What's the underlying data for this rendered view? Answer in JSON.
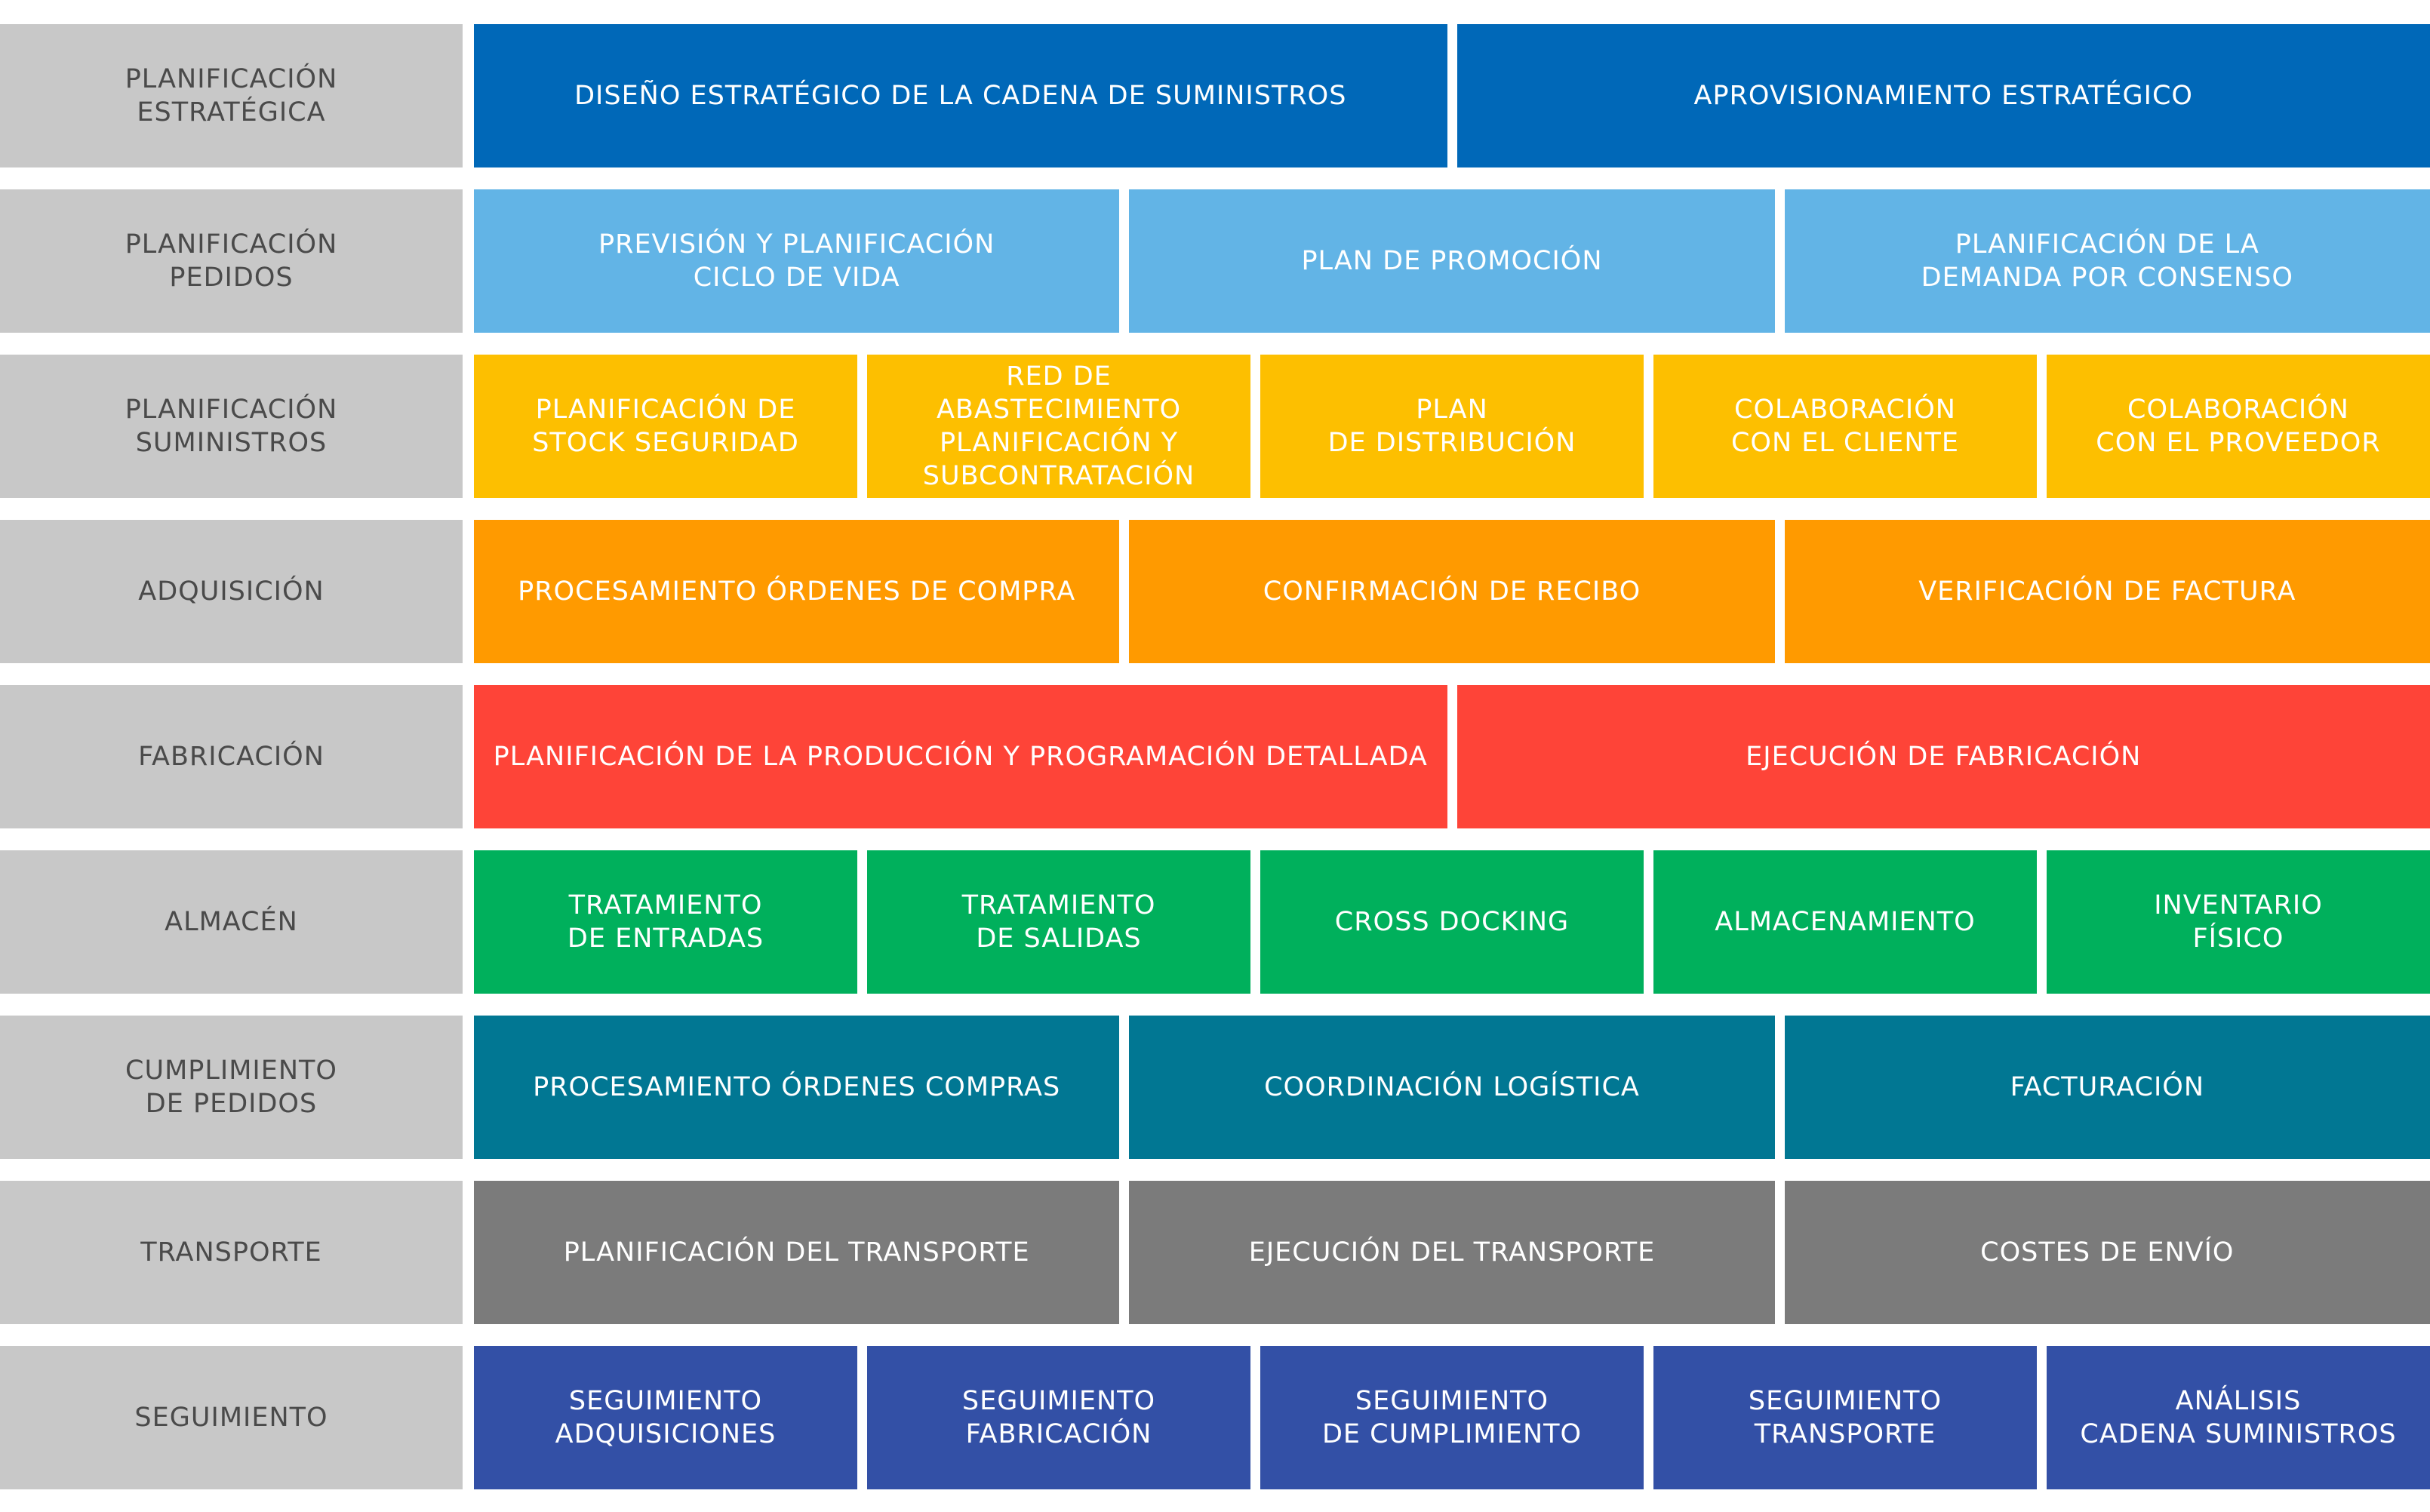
{
  "rows": [
    {
      "label": "PLANIFICACIÓN\nESTRATÉGICA",
      "color": "#0068b8",
      "cells": [
        "DISEÑO ESTRATÉGICO DE LA CADENA DE SUMINISTROS",
        "APROVISIONAMIENTO ESTRATÉGICO"
      ]
    },
    {
      "label": "PLANIFICACIÓN\nPEDIDOS",
      "color": "#62b4e6",
      "cells": [
        "PREVISIÓN Y PLANIFICACIÓN\nCICLO DE VIDA",
        "PLAN DE PROMOCIÓN",
        "PLANIFICACIÓN DE LA\nDEMANDA POR CONSENSO"
      ]
    },
    {
      "label": "PLANIFICACIÓN\nSUMINISTROS",
      "color": "#fdbf00",
      "cells": [
        "PLANIFICACIÓN DE\nSTOCK SEGURIDAD",
        "RED DE ABASTECIMIENTO\nPLANIFICACIÓN Y\nSUBCONTRATACIÓN",
        "PLAN\nDE DISTRIBUCIÓN",
        "COLABORACIÓN\nCON EL CLIENTE",
        "COLABORACIÓN\nCON EL PROVEEDOR"
      ]
    },
    {
      "label": "ADQUISICIÓN",
      "color": "#ff9a00",
      "cells": [
        "PROCESAMIENTO ÓRDENES DE COMPRA",
        "CONFIRMACIÓN DE RECIBO",
        "VERIFICACIÓN DE FACTURA"
      ]
    },
    {
      "label": "FABRICACIÓN",
      "color": "#fe4438",
      "cells": [
        "PLANIFICACIÓN DE LA PRODUCCIÓN Y PROGRAMACIÓN DETALLADA",
        "EJECUCIÓN DE FABRICACIÓN"
      ]
    },
    {
      "label": "ALMACÉN",
      "color": "#00b05c",
      "cells": [
        "TRATAMIENTO\nDE ENTRADAS",
        "TRATAMIENTO\nDE SALIDAS",
        "CROSS DOCKING",
        "ALMACENAMIENTO",
        "INVENTARIO\nFÍSICO"
      ]
    },
    {
      "label": "CUMPLIMIENTO\nDE PEDIDOS",
      "color": "#017793",
      "cells": [
        "PROCESAMIENTO ÓRDENES COMPRAS",
        "COORDINACIÓN LOGÍSTICA",
        "FACTURACIÓN"
      ]
    },
    {
      "label": "TRANSPORTE",
      "color": "#7b7b7b",
      "cells": [
        "PLANIFICACIÓN DEL TRANSPORTE",
        "EJECUCIÓN DEL TRANSPORTE",
        "COSTES DE ENVÍO"
      ]
    },
    {
      "label": "SEGUIMIENTO",
      "color": "#3350a6",
      "cells": [
        "SEGUIMIENTO\nADQUISICIONES",
        "SEGUIMIENTO\nFABRICACIÓN",
        "SEGUIMIENTO\nDE CUMPLIMIENTO",
        "SEGUIMIENTO\nTRANSPORTE",
        "ANÁLISIS\nCADENA SUMINISTROS"
      ]
    }
  ]
}
